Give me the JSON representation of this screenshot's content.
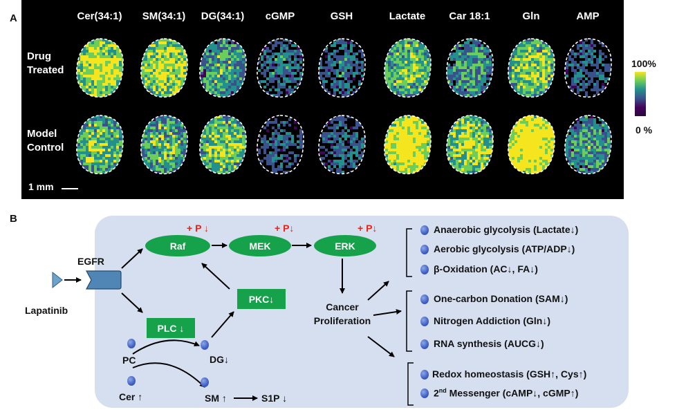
{
  "panel_a": {
    "label": "A",
    "columns": [
      "Cer(34:1)",
      "SM(34:1)",
      "DG(34:1)",
      "cGMP",
      "GSH",
      "Lactate",
      "Car 18:1",
      "Gln",
      "AMP"
    ],
    "row_drug_line1": "Drug",
    "row_drug_line2": "Treated",
    "row_model_line1": "Model",
    "row_model_line2": "Control",
    "scale_label": "1 mm",
    "colorbar_max": "100%",
    "colorbar_min": "0 %",
    "colormap": [
      "#f5e51e",
      "#6ccd5a",
      "#23908d",
      "#3a528b",
      "#44035a"
    ]
  },
  "panel_b": {
    "label": "B",
    "drug": "Lapatinib",
    "receptor": "EGFR",
    "kinases": [
      {
        "name": "Raf",
        "phos": "+ P ↓"
      },
      {
        "name": "MEK",
        "phos": "+ P↓"
      },
      {
        "name": "ERK",
        "phos": "+ P↓"
      }
    ],
    "plc": "PLC ↓",
    "pkc": "PKC↓",
    "metabolites": {
      "pc": "PC",
      "cer": "Cer ↑",
      "dg": "DG↓",
      "sm": "SM ↑",
      "s1p": "S1P ↓"
    },
    "proliferation_line1": "Cancer",
    "proliferation_line2": "Proliferation",
    "outcomes_group1": [
      "Anaerobic glycolysis  (Lactate↓)",
      "Aerobic glycolysis  (ATP/ADP↓)",
      "β-Oxidation  (AC↓, FA↓)"
    ],
    "outcomes_group2": [
      "One-carbon Donation (SAM↓)",
      "Nitrogen Addiction  (Gln↓)",
      "RNA synthesis  (AUCG↓)"
    ],
    "outcome_redox": "Redox homeostasis  (GSH↑, Cys↑)",
    "outcome_messenger_pre": "2",
    "outcome_messenger_sup": "nd",
    "outcome_messenger_post": " Messenger  (cAMP↓, cGMP↑)",
    "accent_green": "#16a14b",
    "accent_red": "#e0251b",
    "panel_bg": "#d6dff0"
  }
}
